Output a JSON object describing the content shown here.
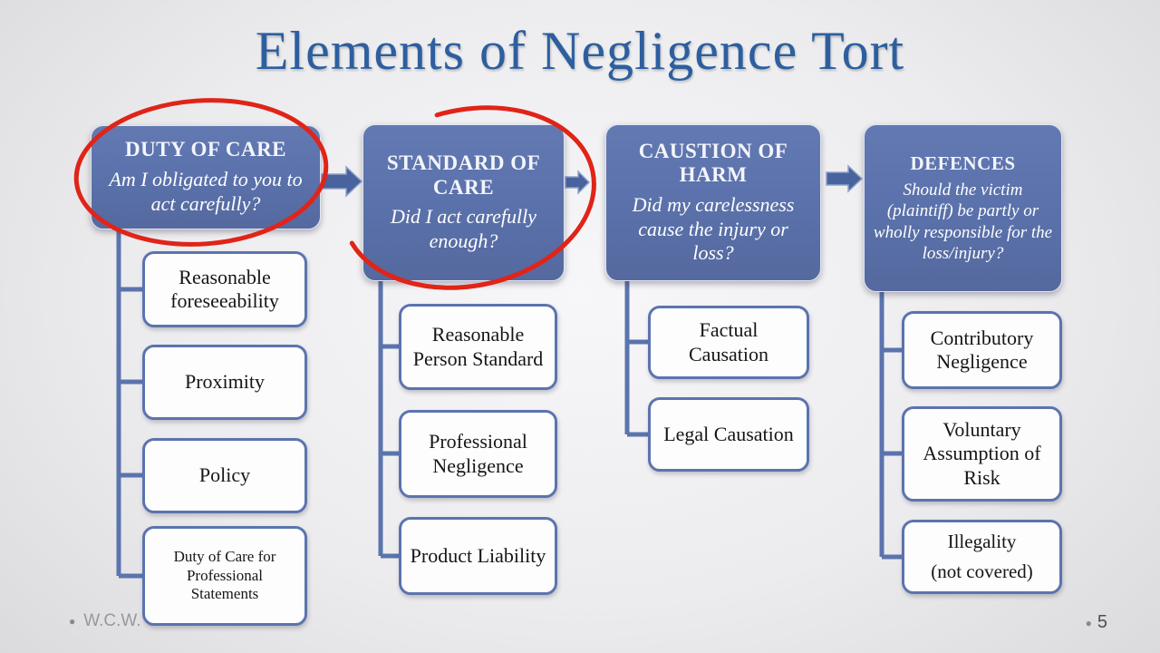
{
  "slide": {
    "title": "Elements of Negligence Tort",
    "footer": {
      "author": "W.C.W. Chau",
      "page": "5",
      "bullet_glyph": "●"
    }
  },
  "colors": {
    "title_blue": "#2d5f9f",
    "box_fill": "#5b72ac",
    "box_border": "#5b74ae",
    "arrow_fill": "#48639e",
    "annotation_red": "#e02418",
    "background": "#ececee"
  },
  "icons": {
    "flow_arrow": "right-block-arrow",
    "footer_bullet": "circle-bullet"
  },
  "diagram": {
    "columns": [
      {
        "box": {
          "heading": "DUTY OF CARE",
          "question": "Am I obligated to you to act carefully?"
        },
        "children": [
          {
            "label": "Reasonable foreseeability"
          },
          {
            "label": "Proximity"
          },
          {
            "label": "Policy"
          },
          {
            "label": "Duty of Care for Professional Statements"
          }
        ]
      },
      {
        "box": {
          "heading": "STANDARD OF CARE",
          "question": "Did I act carefully enough?"
        },
        "children": [
          {
            "label": "Reasonable Person Standard"
          },
          {
            "label": "Professional Negligence"
          },
          {
            "label": "Product Liability"
          }
        ]
      },
      {
        "box": {
          "heading": "CAUSTION OF HARM",
          "question": "Did my carelessness cause the injury or loss?"
        },
        "children": [
          {
            "label": "Factual Causation"
          },
          {
            "label": "Legal Causation"
          }
        ]
      },
      {
        "box": {
          "heading": "DEFENCES",
          "question": "Should the victim (plaintiff) be partly or wholly responsible for the loss/injury?"
        },
        "children": [
          {
            "label": "Contributory Negligence"
          },
          {
            "label": "Voluntary Assumption of Risk"
          },
          {
            "label": "Illegality",
            "note": "(not covered)"
          }
        ]
      }
    ],
    "annotations": {
      "red_circled": [
        "DUTY OF CARE",
        "STANDARD OF CARE"
      ]
    }
  }
}
